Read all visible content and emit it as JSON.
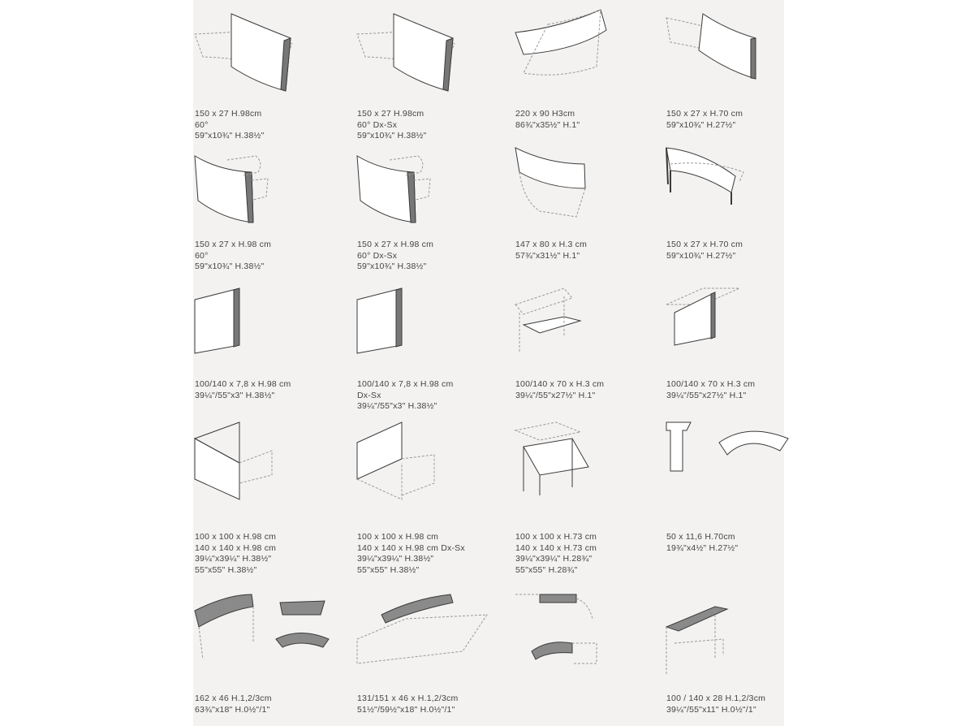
{
  "items": [
    {
      "lines": [
        "150 x 27 H.98cm",
        "60°",
        "59\"x10¾\" H.38½\""
      ],
      "shape": "curved-panel-a"
    },
    {
      "lines": [
        "150 x 27 H.98cm",
        "60° Dx-Sx",
        "59\"x10¾\" H.38½\""
      ],
      "shape": "curved-panel-a"
    },
    {
      "lines": [
        "220 x 90 H3cm",
        "86¾\"x35½\" H.1\""
      ],
      "shape": "curved-top"
    },
    {
      "lines": [
        "150 x 27 x H.70 cm",
        "59\"x10¾\" H.27½\""
      ],
      "shape": "curved-panel-low"
    },
    {
      "lines": [
        "150 x 27 x H.98 cm",
        "60°",
        "59\"x10¾\" H.38½\""
      ],
      "shape": "curved-panel-b"
    },
    {
      "lines": [
        "150 x 27 x H.98 cm",
        "60° Dx-Sx",
        "59\"x10¾\" H.38½\""
      ],
      "shape": "curved-panel-b"
    },
    {
      "lines": [
        "147 x 80 x H.3 cm",
        "57¾\"x31½\" H.1\""
      ],
      "shape": "curved-top-b"
    },
    {
      "lines": [
        "150 x 27 x H.70 cm",
        "59\"x10¾\" H.27½\""
      ],
      "shape": "curved-panel-low-b"
    },
    {
      "lines": [
        "100/140 x 7,8 x H.98 cm",
        "39¼\"/55\"x3\" H.38½\""
      ],
      "shape": "flat-panel"
    },
    {
      "lines": [
        "100/140 x 7,8 x H.98 cm",
        "Dx-Sx",
        "39¼\"/55\"x3\" H.38½\""
      ],
      "shape": "flat-panel"
    },
    {
      "lines": [
        "100/140 x 70 x H.3 cm",
        "39¼\"/55\"x27½\" H.1\""
      ],
      "shape": "flat-top"
    },
    {
      "lines": [
        "100/140 x 70 x H.3 cm",
        "39¼\"/55\"x27½\" H.1\""
      ],
      "shape": "flat-top-b"
    },
    {
      "lines": [
        "100 x 100 x H.98 cm",
        "140 x 140 x H.98 cm",
        "39¼\"x39¼\" H.38½\"",
        "55\"x55\" H.38½\""
      ],
      "shape": "corner"
    },
    {
      "lines": [
        "100 x 100 x H.98 cm",
        "140 x 140 x H.98 cm Dx-Sx",
        "39¼\"x39¼\" H.38½\"",
        "55\"x55\" H.38½\""
      ],
      "shape": "corner-b"
    },
    {
      "lines": [
        "100 x 100 x H.73 cm",
        "140 x 140 x H.73 cm",
        "39¼\"x39¼\" H.28¾\"",
        "55\"x55\" H.28¾\""
      ],
      "shape": "corner-desk"
    },
    {
      "lines": [
        "50 x 11,6 H.70cm",
        "19¾\"x4½\" H.27½\""
      ],
      "shape": "leg-arc"
    },
    {
      "lines": [
        "162 x 46 H.1,2/3cm",
        "63¾\"x18\" H.0½\"/1\""
      ],
      "shape": "shelf-curves"
    },
    {
      "lines": [
        "131/151 x 46 x H.1,2/3cm",
        "51½\"/59½\"x18\" H.0½\"/1\""
      ],
      "shape": "shelf-long"
    },
    {
      "lines": [],
      "shape": "shelf-pieces"
    },
    {
      "lines": [
        "100 / 140 x 28 H.1,2/3cm",
        "39¼\"/55\"x11\" H.0½\"/1\""
      ],
      "shape": "shelf-flat"
    }
  ]
}
